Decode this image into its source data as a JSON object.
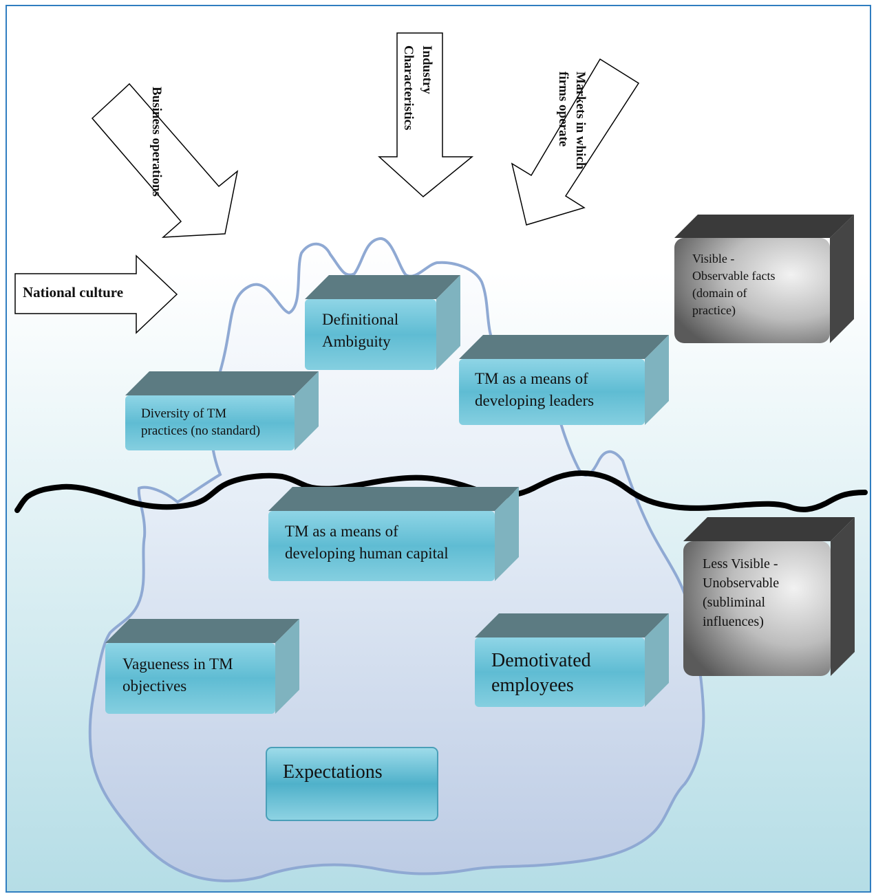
{
  "arrows": {
    "national_culture": "National culture",
    "business_operations": "Business operations",
    "industry_line1": "Industry",
    "industry_line2": "Characteristics",
    "markets_line1": "Markets in which",
    "markets_line2": "firms operate"
  },
  "boxes": {
    "definitional_1": "Definitional",
    "definitional_2": "Ambiguity",
    "leaders_1": "TM as a means of",
    "leaders_2": "developing leaders",
    "diversity_1": "Diversity of TM",
    "diversity_2": "practices (no standard)",
    "human_capital_1": "TM as a means of",
    "human_capital_2": "developing human capital",
    "vagueness_1": "Vagueness in TM",
    "vagueness_2": "objectives",
    "demotivated_1": "Demotivated",
    "demotivated_2": "employees",
    "expectations": "Expectations"
  },
  "legend": {
    "visible_1": "Visible -",
    "visible_2": "Observable facts",
    "visible_3": "(domain of",
    "visible_4": "practice)",
    "less_1": "Less Visible -",
    "less_2": "Unobservable",
    "less_3": "(subliminal",
    "less_4": "influences)"
  },
  "colors": {
    "frame": "#2f7dc0",
    "iceberg_outline": "#8fa9d3",
    "waterline": "#000000",
    "box_top": "#5c7b82",
    "box_front": "#62bcd3",
    "legend_dark": "#3a3a3a"
  }
}
